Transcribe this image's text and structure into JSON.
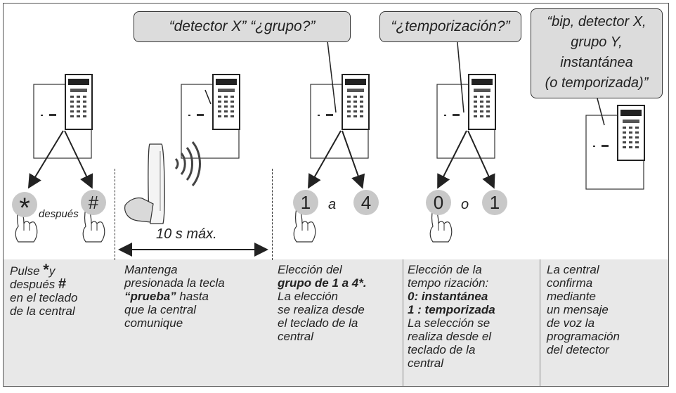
{
  "bubbles": {
    "b1": "“detector X” “¿grupo?”",
    "b2": "“¿temporización?”",
    "b3_line1": "“bip, detector X,",
    "b3_line2": "grupo Y,",
    "b3_line3": "instantánea",
    "b3_line4": "(o temporizada)”"
  },
  "keys": {
    "step1_a": "*",
    "step1_b": "#",
    "step1_between": "después",
    "step3_a": "1",
    "step3_b": "4",
    "step3_between": "a",
    "step4_a": "0",
    "step4_b": "1",
    "step4_between": "o"
  },
  "timing_label": "10 s máx.",
  "captions": {
    "c1": {
      "l1": "Pulse",
      "star": "*",
      "l1b": "y",
      "l2": "después",
      "hash": "#",
      "l3": "en el teclado",
      "l4": "de la central"
    },
    "c2": {
      "l1": "Mantenga",
      "l2": "presionada la tecla",
      "bold": "“prueba”",
      "l3b": "hasta",
      "l4": "que la central",
      "l5": "comunique"
    },
    "c3": {
      "l1": "Elección del",
      "bold": "grupo de 1 a 4*.",
      "l3": "La elección",
      "l4": "se realiza desde",
      "l5": "el teclado de la",
      "l6": "central"
    },
    "c4": {
      "l1": "Elección de la",
      "l2": "tempo rización:",
      "b1": "0: instantánea",
      "b2": "1 : temporizada",
      "l5": "La selección se",
      "l6": "realiza desde el",
      "l7": "teclado de la",
      "l8": "central"
    },
    "c5": {
      "l1": "La central",
      "l2": "confirma",
      "l3": "mediante",
      "l4": "un mensaje",
      "l5": "de voz la",
      "l6": "programación",
      "l7": "del detector"
    }
  }
}
